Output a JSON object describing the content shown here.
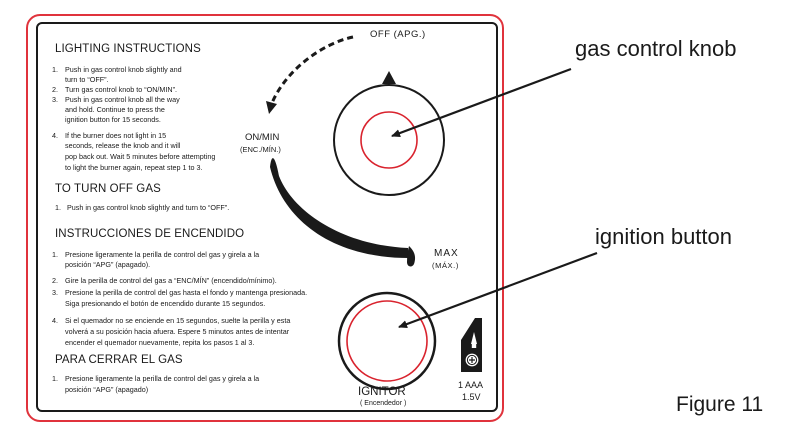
{
  "panel": {
    "lighting_title": "LIGHTING INSTRUCTIONS",
    "lighting_steps": [
      {
        "num": "1.",
        "lines": [
          "Push in gas control knob slightly and",
          "turn to “OFF”."
        ]
      },
      {
        "num": "2.",
        "lines": [
          "Turn gas control knob to “ON/MIN”."
        ]
      },
      {
        "num": "3.",
        "lines": [
          "Push in gas control knob all the way",
          "and hold. Continue to press the",
          "ignition button for 15 seconds."
        ]
      },
      {
        "num": "4.",
        "lines": [
          "If the burner does not light in 15",
          "seconds, release the knob and it will",
          "pop back out. Wait 5 minutes before attempting",
          "to light the burner again, repeat step 1 to 3."
        ]
      }
    ],
    "off_title": "TO TURN OFF GAS",
    "off_step": {
      "num": "1.",
      "text": "Push in gas control knob slightly and turn to “OFF”."
    },
    "es_title": "INSTRUCCIONES DE ENCENDIDO",
    "es_steps": [
      {
        "num": "1.",
        "lines": [
          "Presione ligeramente la perilla de control del gas y girela a la",
          "posición “APG” (apagado)."
        ]
      },
      {
        "num": "2.",
        "lines": [
          "Gire la perilla de control del gas a “ENC/MÍN” (encendido/mínimo)."
        ]
      },
      {
        "num": "3.",
        "lines": [
          "Presione la perilla de control del gas hasta el fondo y mantenga presionada.",
          "Siga presionando el botón de encendido durante 15 segundos."
        ]
      },
      {
        "num": "4.",
        "lines": [
          "Si el quemador no se enciende en 15 segundos, suelte la perilla y esta",
          "volverá a su posición hacia afuera. Espere 5 minutos antes de intentar",
          "encender el quemador nuevamente, repita los pasos 1 al 3."
        ]
      }
    ],
    "es_off_title": "PARA CERRAR EL GAS",
    "es_off_step": {
      "num": "1.",
      "lines": [
        "Presione ligeramente la perilla de control del gas y girela a la",
        "posición “APG” (apagado)"
      ]
    },
    "off_label": "OFF",
    "off_label_es": "(APG.)",
    "on_min_label": "ON/MIN",
    "on_min_label_es": "(ENC./MÍN.)",
    "max_label": "MAX",
    "max_label_es": "(MÁX.)",
    "ignitor_label": "IGNITOR",
    "ignitor_label_es": "( Encendedor )",
    "battery_type": "1 AAA",
    "battery_voltage": "1.5V"
  },
  "callouts": {
    "knob": "gas control knob",
    "ignition": "ignition button"
  },
  "figure_label": "Figure 11",
  "colors": {
    "border": "#e0333c",
    "ink": "#1a1a1a",
    "knob_ring": "#d9232e"
  }
}
